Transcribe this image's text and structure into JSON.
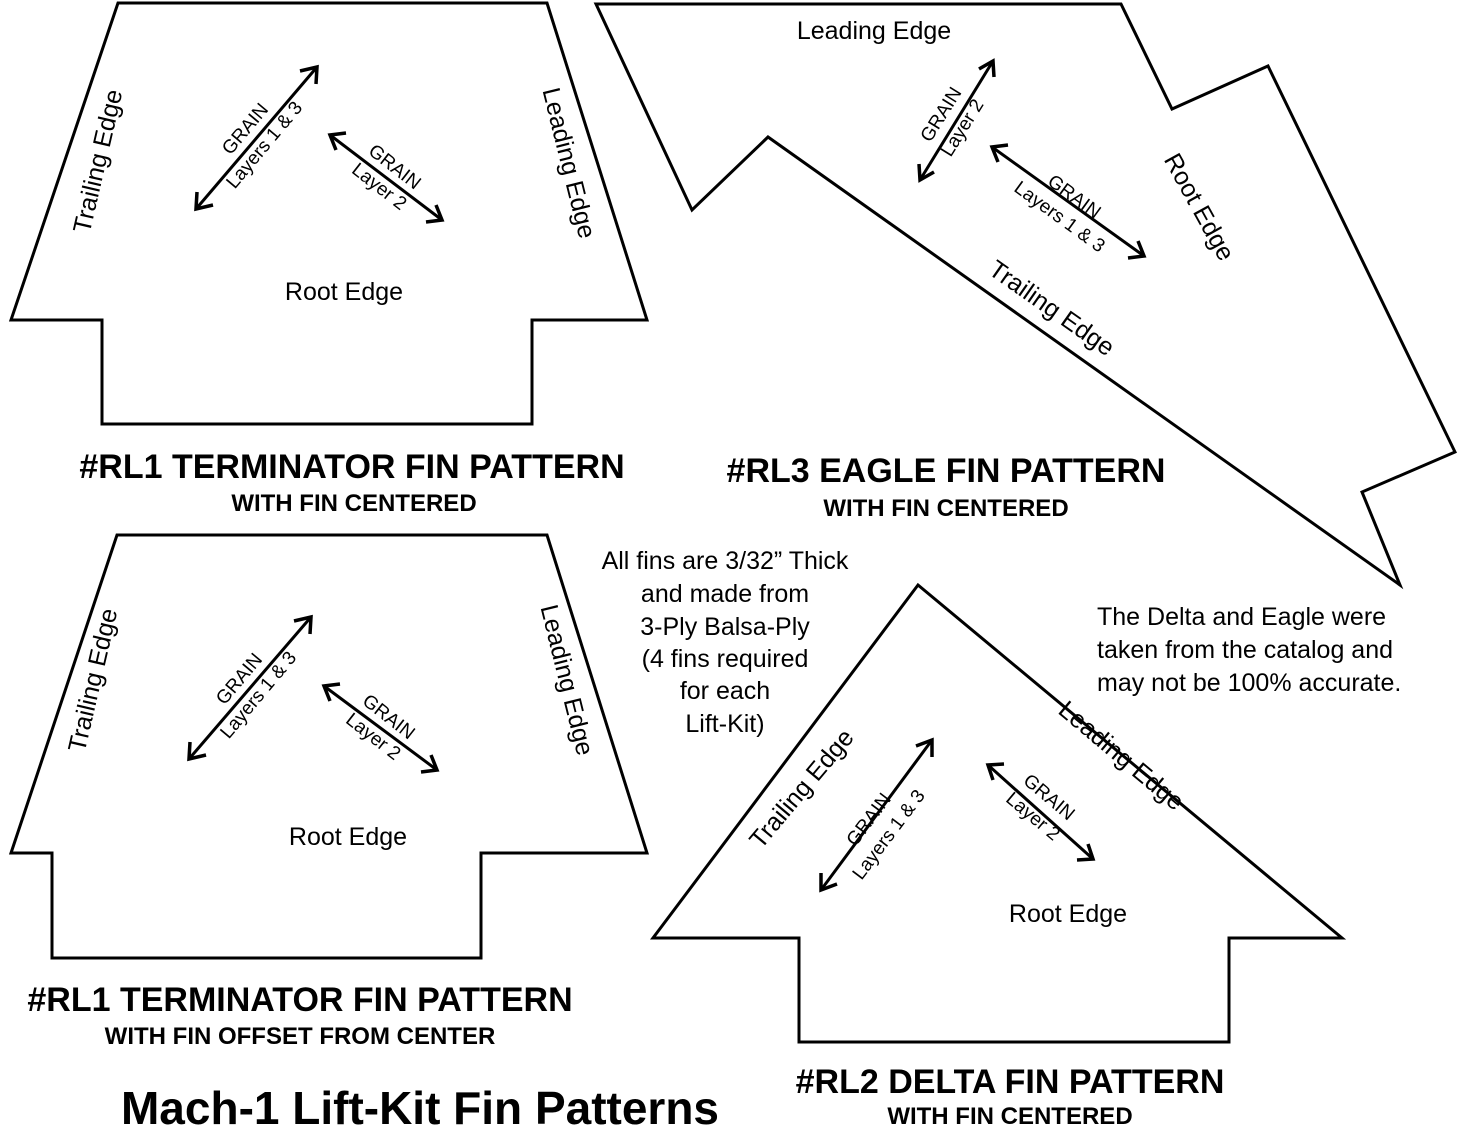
{
  "title": "Mach-1 Lift-Kit Fin Patterns",
  "labels": {
    "trailing_edge": "Trailing Edge",
    "leading_edge": "Leading Edge",
    "root_edge": "Root Edge",
    "grain": "GRAIN",
    "layers_1_3": "Layers 1 & 3",
    "layer_2": "Layer 2"
  },
  "patterns": {
    "rl1_centered": {
      "title": "#RL1 TERMINATOR FIN PATTERN",
      "subtitle": "WITH FIN CENTERED"
    },
    "rl3_centered": {
      "title": "#RL3 EAGLE FIN PATTERN",
      "subtitle": "WITH FIN CENTERED"
    },
    "rl1_offset": {
      "title": "#RL1 TERMINATOR FIN PATTERN",
      "subtitle": "WITH FIN OFFSET FROM CENTER"
    },
    "rl2_centered": {
      "title": "#RL2 DELTA FIN PATTERN",
      "subtitle": "WITH FIN CENTERED"
    }
  },
  "notes": {
    "thickness": [
      "All fins are 3/32” Thick",
      "and made from",
      "3-Ply Balsa-Ply",
      "(4 fins required",
      "for each",
      "Lift-Kit)"
    ],
    "accuracy": [
      "The Delta and Eagle were",
      "taken from the catalog and",
      "may not be 100% accurate."
    ]
  }
}
